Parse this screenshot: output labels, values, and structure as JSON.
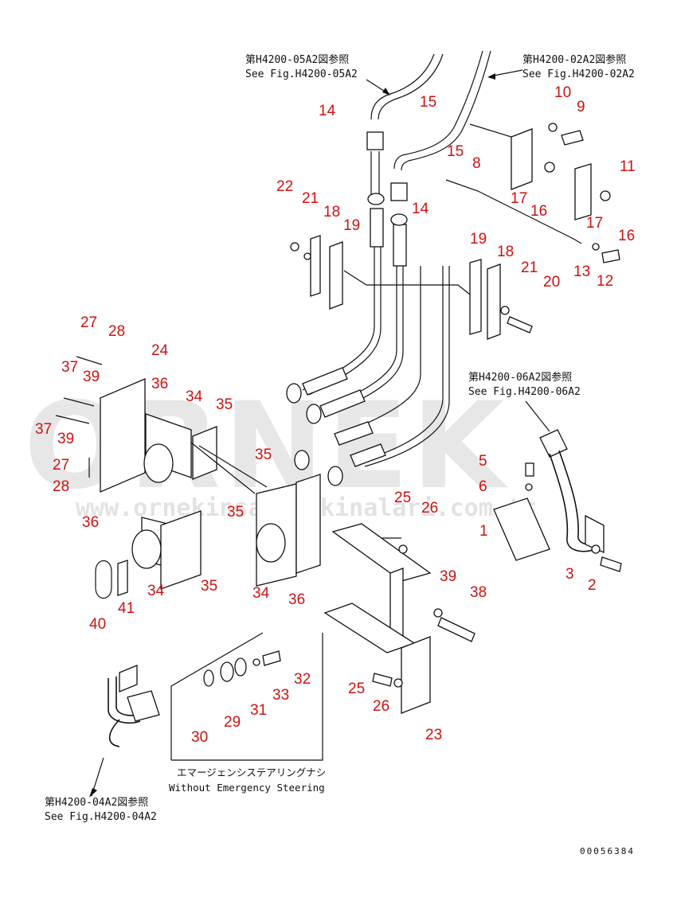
{
  "references": {
    "top_left": {
      "jp": "第H4200-05A2図参照",
      "en": "See Fig.H4200-05A2"
    },
    "top_right": {
      "jp": "第H4200-02A2図参照",
      "en": "See Fig.H4200-02A2"
    },
    "mid_right": {
      "jp": "第H4200-06A2図参照",
      "en": "See Fig.H4200-06A2"
    },
    "bottom_left": {
      "jp": "第H4200-04A2図参照",
      "en": "See Fig.H4200-04A2"
    }
  },
  "inset_caption": {
    "jp": "エマージェンシステアリングナシ",
    "en": "Without Emergency Steering"
  },
  "drawing_code": "00056384",
  "watermark": {
    "main": "ORNEK",
    "url": "www.ornekinsaatmakinalari.com.tr"
  },
  "part_numbers": [
    {
      "id": "p1",
      "text": "1"
    },
    {
      "id": "p2",
      "text": "2"
    },
    {
      "id": "p3",
      "text": "3"
    },
    {
      "id": "p4",
      "text": "5"
    },
    {
      "id": "p5",
      "text": "6"
    },
    {
      "id": "p6",
      "text": "8"
    },
    {
      "id": "p7",
      "text": "9"
    },
    {
      "id": "p8",
      "text": "10"
    },
    {
      "id": "p9",
      "text": "11"
    },
    {
      "id": "p10",
      "text": "12"
    },
    {
      "id": "p11",
      "text": "13"
    },
    {
      "id": "p12",
      "text": "14"
    },
    {
      "id": "p13",
      "text": "14"
    },
    {
      "id": "p14",
      "text": "15"
    },
    {
      "id": "p15",
      "text": "15"
    },
    {
      "id": "p16",
      "text": "16"
    },
    {
      "id": "p17",
      "text": "16"
    },
    {
      "id": "p18",
      "text": "17"
    },
    {
      "id": "p19",
      "text": "17"
    },
    {
      "id": "p20",
      "text": "18"
    },
    {
      "id": "p21",
      "text": "18"
    },
    {
      "id": "p22",
      "text": "19"
    },
    {
      "id": "p23",
      "text": "19"
    },
    {
      "id": "p24",
      "text": "20"
    },
    {
      "id": "p25",
      "text": "21"
    },
    {
      "id": "p26",
      "text": "21"
    },
    {
      "id": "p27",
      "text": "22"
    },
    {
      "id": "p28",
      "text": "23"
    },
    {
      "id": "p29",
      "text": "24"
    },
    {
      "id": "p30",
      "text": "25"
    },
    {
      "id": "p31",
      "text": "25"
    },
    {
      "id": "p32",
      "text": "26"
    },
    {
      "id": "p33",
      "text": "26"
    },
    {
      "id": "p34",
      "text": "27"
    },
    {
      "id": "p35",
      "text": "27"
    },
    {
      "id": "p36",
      "text": "28"
    },
    {
      "id": "p37",
      "text": "28"
    },
    {
      "id": "p38",
      "text": "29"
    },
    {
      "id": "p39",
      "text": "30"
    },
    {
      "id": "p40",
      "text": "31"
    },
    {
      "id": "p41",
      "text": "32"
    },
    {
      "id": "p42",
      "text": "33"
    },
    {
      "id": "p43",
      "text": "34"
    },
    {
      "id": "p44",
      "text": "34"
    },
    {
      "id": "p45",
      "text": "34"
    },
    {
      "id": "p46",
      "text": "35"
    },
    {
      "id": "p47",
      "text": "35"
    },
    {
      "id": "p48",
      "text": "35"
    },
    {
      "id": "p49",
      "text": "35"
    },
    {
      "id": "p50",
      "text": "36"
    },
    {
      "id": "p51",
      "text": "36"
    },
    {
      "id": "p52",
      "text": "36"
    },
    {
      "id": "p53",
      "text": "37"
    },
    {
      "id": "p54",
      "text": "37"
    },
    {
      "id": "p55",
      "text": "38"
    },
    {
      "id": "p56",
      "text": "39"
    },
    {
      "id": "p57",
      "text": "39"
    },
    {
      "id": "p58",
      "text": "39"
    },
    {
      "id": "p59",
      "text": "40"
    },
    {
      "id": "p60",
      "text": "41"
    }
  ],
  "colors": {
    "callout": "#d01010",
    "line": "#111111",
    "watermark": "#000000"
  }
}
